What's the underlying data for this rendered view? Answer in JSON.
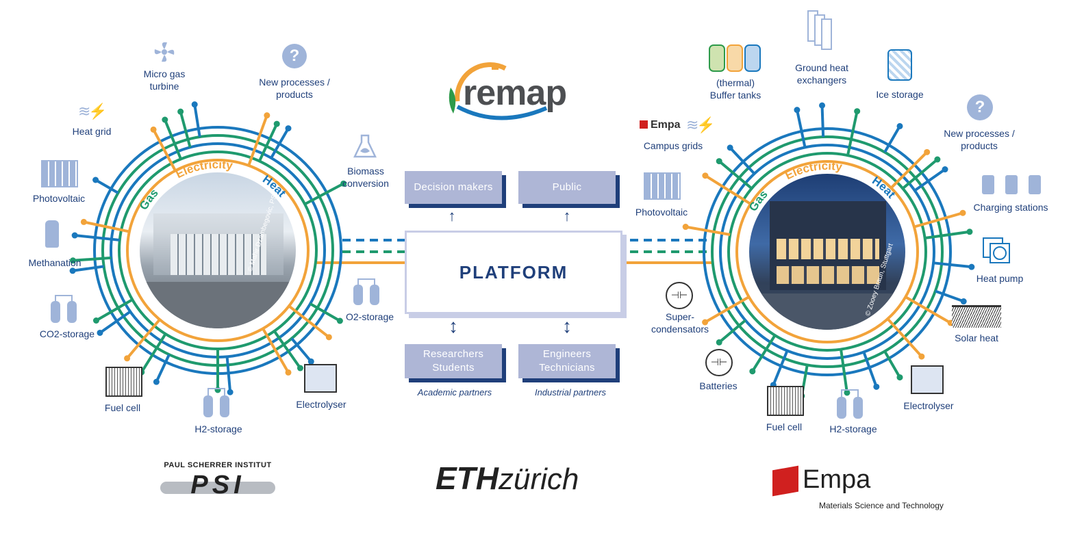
{
  "logo": {
    "text": "remap"
  },
  "left_ring": {
    "ring_labels": {
      "gas": "Gas",
      "electricity": "Electricity",
      "heat": "Heat"
    },
    "credit": "© Mahir Dzambegovic, PSI",
    "items": {
      "micro_gas_turbine": "Micro gas\nturbine",
      "new_processes": "New processes /\nproducts",
      "heat_grid": "Heat grid",
      "biomass": "Biomass\nconversion",
      "photovoltaic": "Photovoltaic",
      "methanation": "Methanation",
      "o2_storage": "O2-storage",
      "co2_storage": "CO2-storage",
      "fuel_cell": "Fuel cell",
      "h2_storage": "H2-storage",
      "electrolyser": "Electrolyser"
    }
  },
  "right_ring": {
    "ring_labels": {
      "gas": "Gas",
      "electricity": "Electricity",
      "heat": "Heat"
    },
    "credit": "© Zooey Braun, Stuttgart",
    "items": {
      "buffer_tanks": "(thermal)\nBuffer tanks",
      "ground_heat": "Ground heat\nexchangers",
      "ice_storage": "Ice storage",
      "campus_grids": "Campus grids",
      "empa_small": "Empa",
      "new_processes": "New processes /\nproducts",
      "photovoltaic": "Photovoltaic",
      "charging": "Charging stations",
      "heat_pump": "Heat pump",
      "super_cond": "Super-\ncondensators",
      "solar_heat": "Solar heat",
      "batteries": "Batteries",
      "fuel_cell": "Fuel cell",
      "h2_storage": "H2-storage",
      "electrolyser": "Electrolyser"
    }
  },
  "center": {
    "platform": "PLATFORM",
    "decision_makers": "Decision makers",
    "public": "Public",
    "researchers": "Researchers\nStudents",
    "engineers": "Engineers\nTechnicians",
    "academic": "Academic partners",
    "industrial": "Industrial partners"
  },
  "footer": {
    "psi_top": "PAUL SCHERRER INSTITUT",
    "psi": "PSI",
    "eth_bold": "ETH",
    "eth_rest": "zürich",
    "empa": "Empa",
    "empa_sub": "Materials Science and Technology"
  },
  "colors": {
    "blue": "#1a78bd",
    "green": "#1f9a6e",
    "orange": "#f2a33a",
    "navy": "#1f3f7a",
    "icon": "#9fb4d9"
  }
}
